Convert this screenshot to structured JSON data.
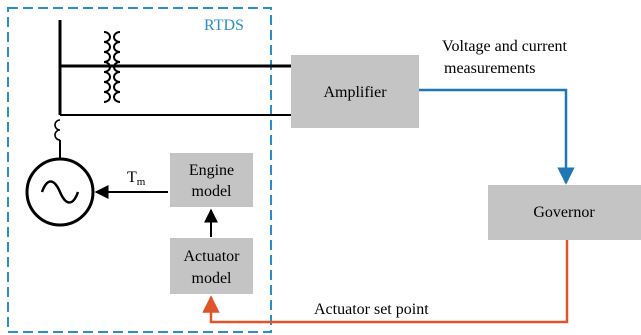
{
  "colors": {
    "rtds_border": "#2a8fc6",
    "block_fill": "#c4c4c4",
    "measurement_arrow": "#1f77b4",
    "setpoint_arrow": "#e0542b",
    "line": "#000000"
  },
  "rtds": {
    "label": "RTDS"
  },
  "blocks": {
    "amplifier": "Amplifier",
    "governor": "Governor",
    "engine_line1": "Engine",
    "engine_line2": "model",
    "actuator_line1": "Actuator",
    "actuator_line2": "model"
  },
  "labels": {
    "measurements_line1": "Voltage and current",
    "measurements_line2": "measurements",
    "setpoint": "Actuator set point",
    "torque_main": "T",
    "torque_sub": "m"
  },
  "icons": {
    "transformer": "transformer-icon",
    "generator": "ac-generator-icon",
    "current_transformer": "current-transformer-icon"
  }
}
